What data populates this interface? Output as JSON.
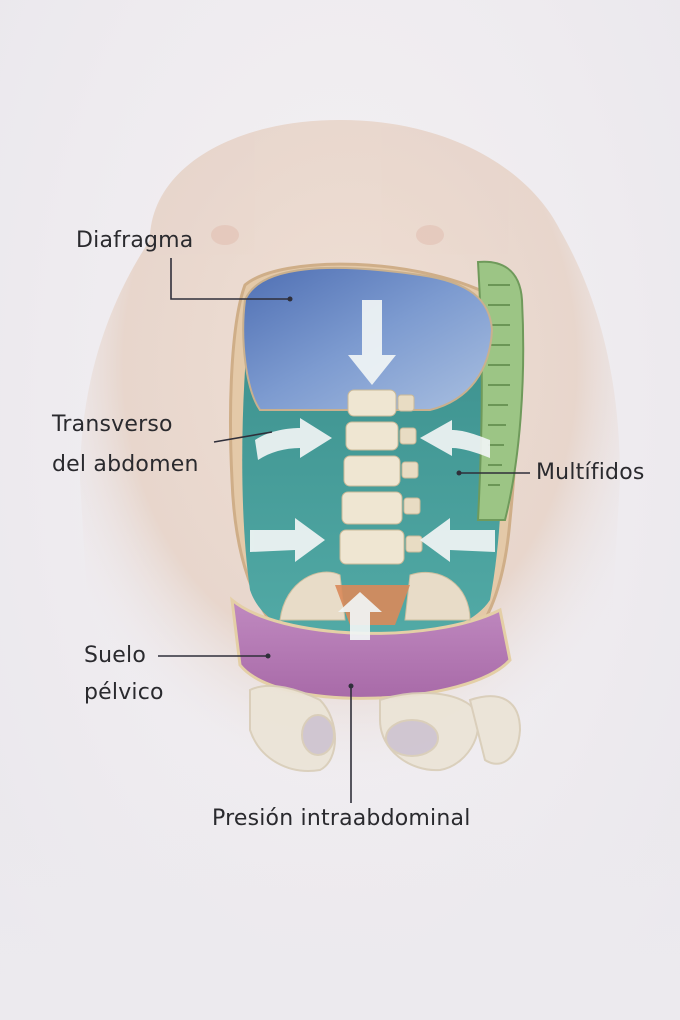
{
  "diagram": {
    "labels": {
      "diafragma": "Diafragma",
      "transverso_line1": "Transverso",
      "transverso_line2": "del abdomen",
      "multifidos": "Multífidos",
      "suelo_line1": "Suelo",
      "suelo_line2": "pélvico",
      "presion": "Presión intraabdominal"
    },
    "colors": {
      "skin": "#e8d3c5",
      "diaphragm": "#6f8fc6",
      "transversus": "#3e9c9a",
      "multifidus": "#8fbf78",
      "pelvic_floor": "#b57bb6",
      "bone": "#ece3cf",
      "sacrum": "#d98a5a",
      "arrow": "#f2f6f6",
      "leader_line": "#2f2f3a"
    }
  }
}
